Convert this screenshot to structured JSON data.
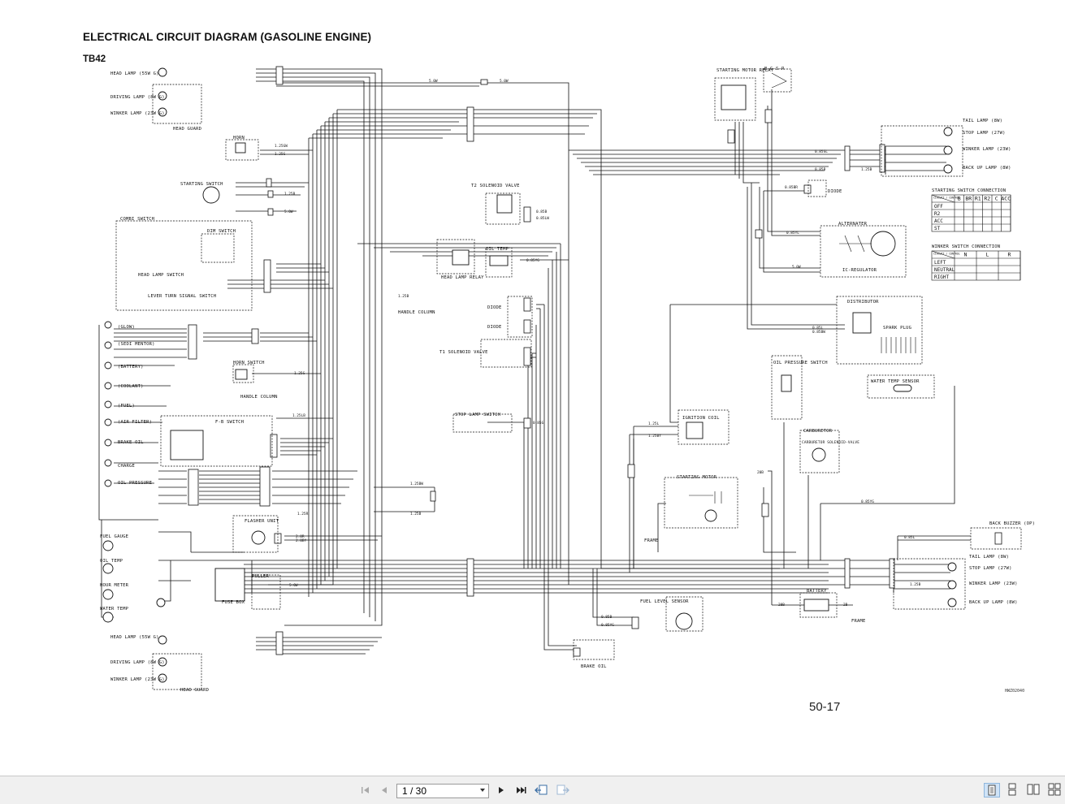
{
  "document": {
    "title": "ELECTRICAL CIRCUIT DIAGRAM (GASOLINE ENGINE)",
    "model": "TB42",
    "page_number": "50-17",
    "drawing_code": "HWZ02040"
  },
  "labels": {
    "head_lamp_top": "HEAD LAMP (55W G)",
    "driving_lamp_top": "DRIVING LAMP (8W G)",
    "winker_lamp_top": "WINKER LAMP (23W G)",
    "head_guard": "HEAD GUARD",
    "horn": "HORN",
    "starting_switch": "STARTING SWITCH",
    "combi_switch": "COMBI SWITCH",
    "dim_switch": "DIM SWITCH",
    "head_lamp_switch": "HEAD LAMP SWITCH",
    "lever_turn_signal": "LEVER TURN SIGNAL SWITCH",
    "glow": "(GLOW)",
    "sedimentor": "(SEDI MENTOR)",
    "battery_ind": "(BATTERY)",
    "coolant": "(COOLANT)",
    "fuel_ind": "(FUEL)",
    "air_filter": "(AIR FILTER)",
    "brake_oil_ind": "BRAKE OIL",
    "charge": "CHARGE",
    "oil_pressure_ind": "OIL PRESSURE",
    "fuel_gauge": "FUEL GAUGE",
    "oil_temp_gauge": "OIL TEMP",
    "hour_meter": "HOUR METER",
    "water_temp_gauge": "WATER TEMP",
    "head_lamp_bot": "HEAD LAMP (55W G)",
    "driving_lamp_bot": "DRIVING LAMP (8W G)",
    "winker_lamp_bot": "WINKER LAMP (23W G)",
    "head_guard_bot": "HEAD GUARD",
    "horn_switch": "HORN SWITCH",
    "handle_column_1": "HANDLE COLUMN",
    "handle_column_2": "HANDLE COLUMN",
    "fb_switch": "F-B SWITCH",
    "flasher_unit": "FLASHER UNIT",
    "fuse_box": "FUSE BOX",
    "puller": "PULLER",
    "t2_solenoid": "T2 SOLENOID VALVE",
    "t1_solenoid": "T1 SOLENOID VALVE",
    "head_lamp_relay": "HEAD LAMP RELAY",
    "oil_temp": "OIL TEMP",
    "diode_1": "DIODE",
    "diode_2": "DIODE",
    "diode_3": "DIODE",
    "stop_lamp_switch": "STOP LAMP SWITCH",
    "starting_motor_relay": "STARTING MOTOR RELAY",
    "bgsr": "B-G-S-R",
    "tail_lamp_top": "TAIL LAMP (8W)",
    "stop_lamp_top": "STOP LAMP (27W)",
    "winker_lamp_rear_top": "WINKER LAMP (23W)",
    "back_up_lamp_top": "BACK UP LAMP (8W)",
    "alternator": "ALTERNATER",
    "ic_regulator": "IC-REGULATOR",
    "distributor": "DISTRIBUTOR",
    "spark_plug": "SPARK PLUG",
    "ignition_coil": "IGNITION COIL",
    "oil_pressure_switch": "OIL PRESSURE SWITCH",
    "water_temp_sensor": "WATER TEMP SENSOR",
    "carburetor": "CARBURETOR",
    "carb_solenoid": "CARBURETOR SOLENOID-VALVE",
    "starting_motor": "STARTING MOTOR",
    "frame_1": "FRAME",
    "frame_2": "FRAME",
    "battery": "BATTERY",
    "fuel_level_sensor": "FUEL LEVEL SENSOR",
    "brake_oil": "BRAKE OIL",
    "back_buzzer": "BACK BUZZER (OP)",
    "tail_lamp_bot": "TAIL LAMP (8W)",
    "stop_lamp_bot": "STOP LAMP (27W)",
    "winker_lamp_rear_bot": "WINKER LAMP (23W)",
    "back_up_lamp_bot": "BACK UP LAMP (8W)"
  },
  "tables": {
    "starting_switch": {
      "title": "STARTING SWITCH CONNECTION",
      "corner": "CIRCUIT / CONTROL",
      "columns": [
        "B",
        "BR",
        "R1",
        "R2",
        "C",
        "ACC"
      ],
      "rows": [
        "OFF",
        "R2",
        "ACC",
        "ST"
      ]
    },
    "winker_switch": {
      "title": "WINKER SWITCH CONNECTION",
      "corner": "CIRCUIT / CONTROL",
      "columns": [
        "N",
        "L",
        "R"
      ],
      "rows": [
        "LEFT",
        "NEUTRAL",
        "RIGHT"
      ]
    }
  },
  "wires": {
    "w_5w": "5.0W",
    "w_125g": "1.25G",
    "w_125gw": "1.25GW",
    "w_125b": "1.25B",
    "w_125lb": "1.25LB",
    "w_125l": "1.25L",
    "w_125by": "1.25BY",
    "w_085sl": "0.85SL",
    "w_085lw": "0.85LW",
    "w_085yg": "0.85YG",
    "w_2b": "2B",
    "w_20b": "20B",
    "w_085g": "0.85G",
    "w_085b": "0.85B",
    "w_085l": "0.85L",
    "w_085bw": "0.85BW",
    "w_125r": "1.25R",
    "w_125bw": "1.25BW",
    "w_20r": "2.0R",
    "w_20by": "2.0BY",
    "w_125rw": "1.25RW",
    "w_085yl": "0.85YL",
    "w_085br": "0.85BR"
  },
  "toolbar": {
    "page_indicator": "1 / 30",
    "buttons": [
      "first-page",
      "previous-page",
      "next-page",
      "last-page",
      "go-back",
      "go-forward"
    ],
    "view_modes": [
      "single-page",
      "continuous",
      "facing",
      "continuous-facing"
    ],
    "active_view": "single-page"
  }
}
